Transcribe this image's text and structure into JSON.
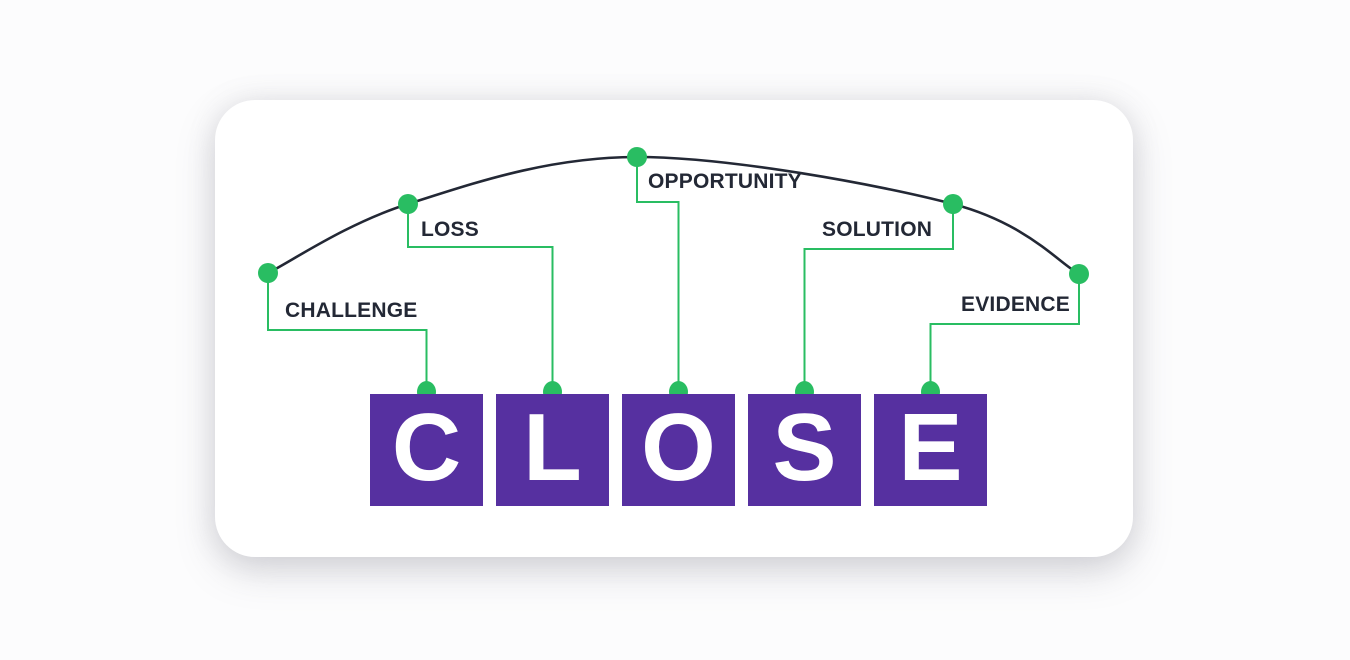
{
  "diagram": {
    "title_word": "CLOSE",
    "type": "acronym-arc-diagram",
    "colors": {
      "accent_green": "#29bd62",
      "tile_purple": "#5630a0",
      "arc_ink": "#232835",
      "card_background": "#ffffff",
      "page_background": "#fcfcfd"
    },
    "steps": [
      {
        "letter": "C",
        "label": "CHALLENGE"
      },
      {
        "letter": "L",
        "label": "LOSS"
      },
      {
        "letter": "O",
        "label": "OPPORTUNITY"
      },
      {
        "letter": "S",
        "label": "SOLUTION"
      },
      {
        "letter": "E",
        "label": "EVIDENCE"
      }
    ]
  }
}
